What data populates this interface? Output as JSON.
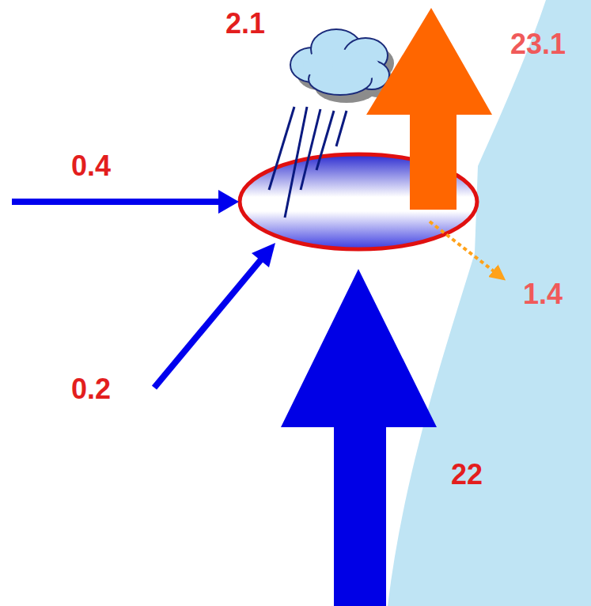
{
  "diagram": {
    "labels": [
      "2.1",
      "23.1",
      "0.4",
      "1.4",
      "0.2",
      "22"
    ]
  }
}
